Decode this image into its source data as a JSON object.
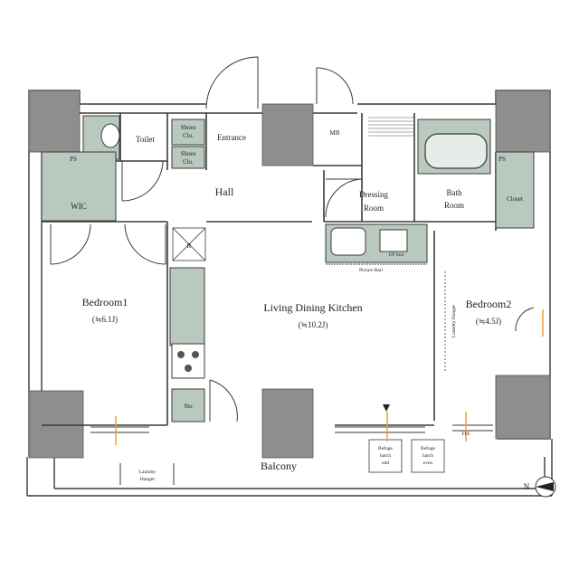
{
  "rooms": {
    "toilet": "Toilet",
    "shoes_top": [
      "Shoes",
      "Clo."
    ],
    "shoes_bottom": [
      "Shoes",
      "Clo."
    ],
    "entrance": "Entrance",
    "mb": "MB",
    "ps_left": "PS",
    "ps_right": "PS",
    "wic": "WIC",
    "hall": "Hall",
    "dressing": [
      "Dressing",
      "Room"
    ],
    "bath": [
      "Bath",
      "Room"
    ],
    "closet": "Closet",
    "bedroom1": [
      "Bedroom1",
      "(≒6.1J)"
    ],
    "ldk": [
      "Living Dining Kitchen",
      "(≒10.2J)"
    ],
    "bedroom2": [
      "Bedroom2",
      "(≒4.5J)"
    ],
    "balcony": "Balcony"
  },
  "fixtures": {
    "picture_rail": "Picture Rail",
    "up_stor": "UP Stor",
    "laundry_hanger_vertical": "Laundry Hanger",
    "laundry_hanger_balcony": [
      "Laundry",
      "Hanger"
    ],
    "refuge_left": [
      "Refuge",
      "hatch",
      "odd"
    ],
    "refuge_right": [
      "Refuge",
      "hatch",
      "even"
    ],
    "sto": "Sto",
    "fix": "FIX",
    "r": "R"
  },
  "compass": "N",
  "colors": {
    "wall": "#8e8e8e",
    "wet_area": "#b9c9be",
    "line": "#3a3a3a",
    "accent": "#f0a030"
  }
}
